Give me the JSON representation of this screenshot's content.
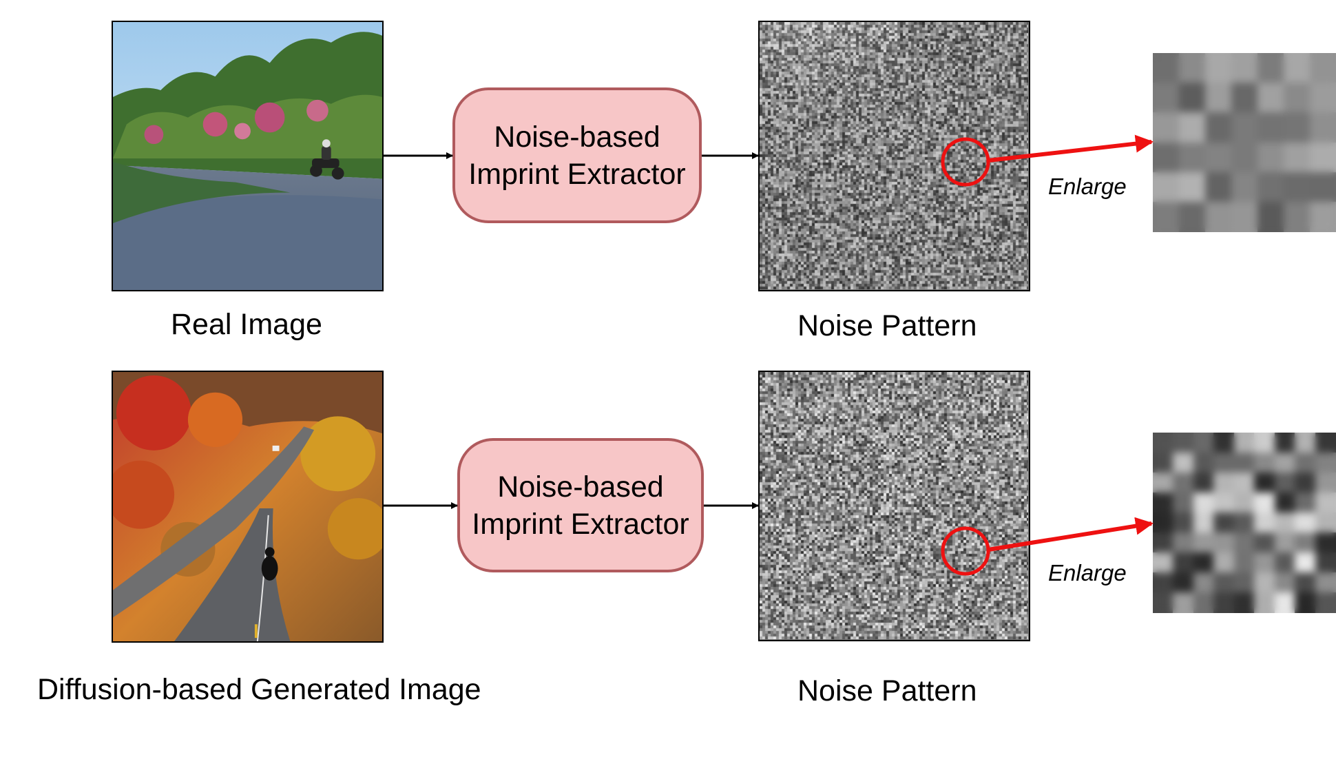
{
  "rows": [
    {
      "image_caption": "Real Image",
      "extractor_line1": "Noise-based",
      "extractor_line2": "Imprint Extractor",
      "noise_caption": "Noise Pattern",
      "enlarge_label": "Enlarge"
    },
    {
      "image_caption": "Diffusion-based Generated Image",
      "extractor_line1": "Noise-based",
      "extractor_line2": "Imprint Extractor",
      "noise_caption": "Noise Pattern",
      "enlarge_label": "Enlarge"
    }
  ],
  "colors": {
    "extractor_fill": "#f7c6c7",
    "extractor_border": "#b05a5d",
    "highlight": "#ee1111",
    "arrow": "#000000"
  }
}
